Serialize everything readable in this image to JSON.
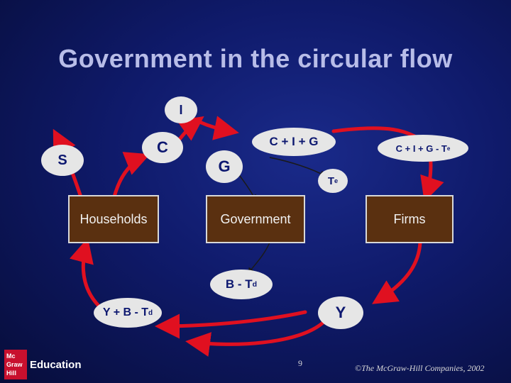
{
  "slide": {
    "title": "Government in the circular flow",
    "page_number": "9",
    "copyright": "©The McGraw-Hill Companies, 2002"
  },
  "logo": {
    "badge_lines": [
      "Mc",
      "Graw",
      "Hill"
    ],
    "label": "Education"
  },
  "colors": {
    "background": "#0f1a6a",
    "title": "#b8bde8",
    "box_fill": "#5a3010",
    "oval_fill": "#e6e6e6",
    "oval_text": "#0d1870",
    "arrow_red": "#e01020"
  },
  "boxes": {
    "households": "Households",
    "government": "Government",
    "firms": "Firms"
  },
  "labels": {
    "I": "I",
    "C": "C",
    "S": "S",
    "G": "G",
    "CIG": "C + I + G",
    "CIGTe": {
      "main": "C + I + G - T",
      "sub": "e"
    },
    "Te": {
      "main": "T",
      "sub": "e"
    },
    "BTd": {
      "main": "B - T",
      "sub": "d"
    },
    "YBTd": {
      "main": "Y + B - T",
      "sub": "d"
    },
    "Y": "Y"
  }
}
